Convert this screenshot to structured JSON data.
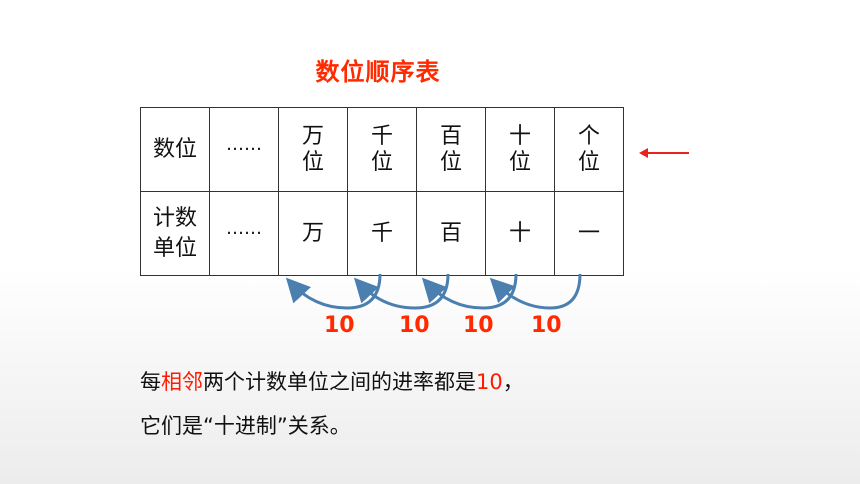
{
  "title": "数位顺序表",
  "table": {
    "row1_header": "数位",
    "row2_header_top": "计数",
    "row2_header_bottom": "单位",
    "ellipsis": "……",
    "places": [
      {
        "top": "万",
        "bottom": "位",
        "unit": "万"
      },
      {
        "top": "千",
        "bottom": "位",
        "unit": "千"
      },
      {
        "top": "百",
        "bottom": "位",
        "unit": "百"
      },
      {
        "top": "十",
        "bottom": "位",
        "unit": "十"
      },
      {
        "top": "个",
        "bottom": "位",
        "unit": "一"
      }
    ]
  },
  "rates": [
    "10",
    "10",
    "10",
    "10"
  ],
  "colors": {
    "red": "#ff1a00",
    "arc": "#4a7fb0"
  },
  "sentence1": {
    "a": "每",
    "b": "相邻",
    "c": "两个计数单位之间的进率都是",
    "d": "10",
    "e": "，"
  },
  "sentence2": "它们是“十进制”关系。"
}
